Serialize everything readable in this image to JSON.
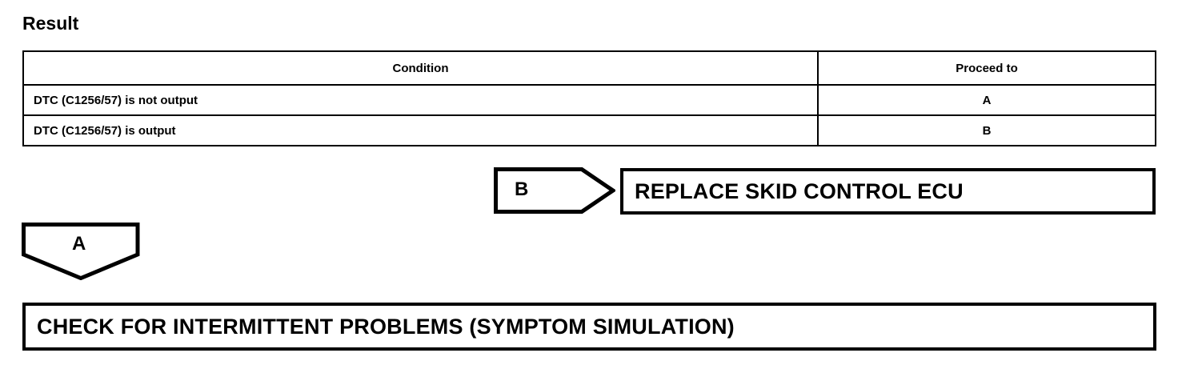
{
  "page": {
    "title": "Result"
  },
  "result_table": {
    "columns": [
      "Condition",
      "Proceed to"
    ],
    "rows": [
      {
        "condition": "DTC (C1256/57) is not output",
        "proceed_to": "A"
      },
      {
        "condition": "DTC (C1256/57) is output",
        "proceed_to": "B"
      }
    ]
  },
  "flow": {
    "connector_b": {
      "label": "B",
      "shape": "pentagon-right"
    },
    "connector_a": {
      "label": "A",
      "shape": "pentagon-down"
    },
    "replace_ecu_box": {
      "label": "REPLACE SKID CONTROL ECU"
    },
    "check_intermittent_box": {
      "label": "CHECK FOR INTERMITTENT PROBLEMS (SYMPTOM SIMULATION)"
    }
  },
  "colors": {
    "ink": "#000000",
    "paper": "#ffffff"
  }
}
